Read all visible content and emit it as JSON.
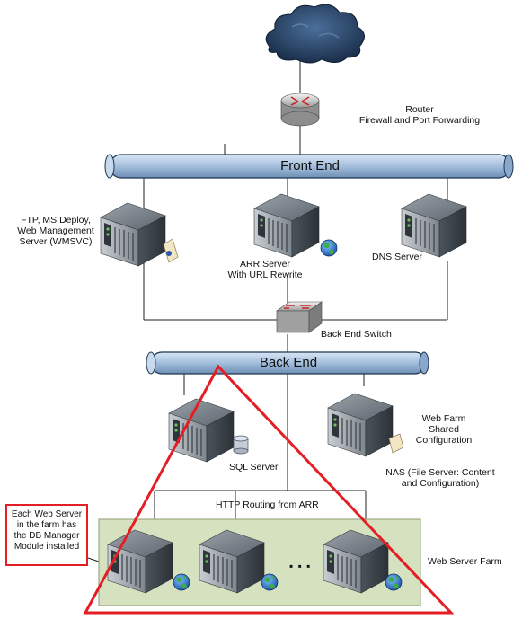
{
  "labels": {
    "router": "Router\nFirewall and Port Forwarding",
    "front_end": "Front End",
    "ftp_server": "FTP, MS Deploy,\nWeb Management\nServer (WMSVC)",
    "arr_server": "ARR Server\nWith URL Rewrite",
    "dns_server": "DNS Server",
    "back_end_switch": "Back End Switch",
    "back_end": "Back End",
    "sql_server": "SQL Server",
    "web_farm_shared": "Web Farm\nShared\nConfiguration",
    "nas": "NAS (File Server: Content\nand Configuration)",
    "http_routing": "HTTP Routing from ARR",
    "web_server_farm": "Web Server Farm",
    "callout": "Each Web Server\nin the farm has\nthe DB Manager\nModule installed",
    "ellipsis": "▪ ▪ ▪"
  },
  "colors": {
    "bus_fill": "#a9c3e0",
    "bus_stroke": "#1f3550",
    "farm_fill": "#d6e2bf",
    "farm_stroke": "#8c9b72",
    "highlight": "#e31e24",
    "cloud": "#1e3556",
    "line": "#222222"
  },
  "icons": {
    "internet": "cloud-icon",
    "router": "router-icon",
    "switch": "switch-icon",
    "server": "server-icon",
    "globe": "globe-icon",
    "database": "database-icon",
    "folder": "folder-icon"
  }
}
